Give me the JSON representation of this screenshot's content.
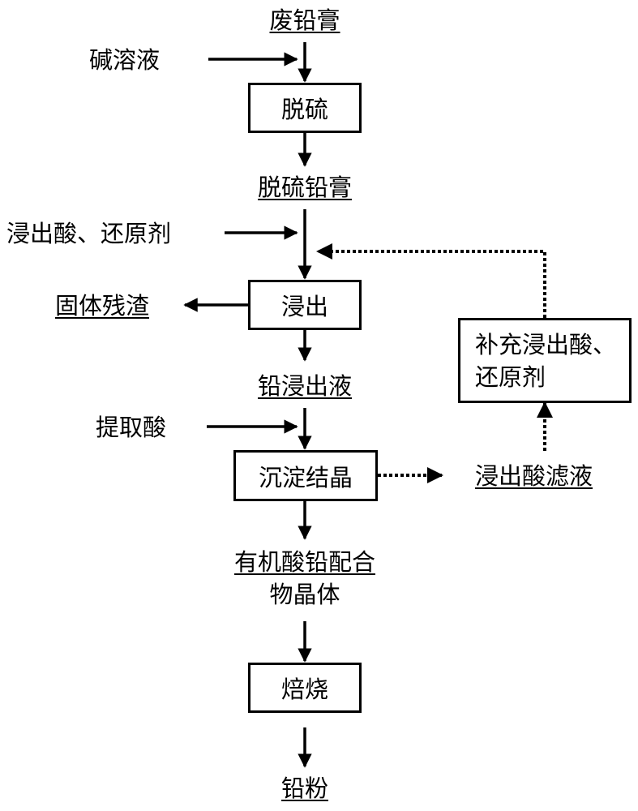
{
  "colors": {
    "line": "#000000",
    "background": "#ffffff",
    "text": "#000000"
  },
  "materials": {
    "waste_paste": "废铅膏",
    "desulfurized_paste": "脱硫铅膏",
    "lead_leachate": "铅浸出液",
    "crystal_line1": "有机酸铅配合",
    "crystal_line2": "物晶体",
    "lead_powder": "铅粉",
    "solid_residue": "固体残渣",
    "acid_filtrate": "浸出酸滤液"
  },
  "inputs": {
    "alkali_solution": "碱溶液",
    "leach_acid_reductant": "浸出酸、还原剂",
    "extraction_acid": "提取酸"
  },
  "processes": {
    "desulfurization": "脱硫",
    "leaching": "浸出",
    "precipitation": "沉淀结晶",
    "roasting": "焙烧",
    "replenish_line1": "补充浸出酸、",
    "replenish_line2": "还原剂"
  },
  "flows": [
    {
      "from": "废铅膏",
      "to": "脱硫",
      "style": "solid"
    },
    {
      "from": "碱溶液",
      "to": "脱硫",
      "style": "solid"
    },
    {
      "from": "脱硫",
      "to": "脱硫铅膏",
      "style": "solid"
    },
    {
      "from": "脱硫铅膏",
      "to": "浸出",
      "style": "solid"
    },
    {
      "from": "浸出酸、还原剂",
      "to": "浸出",
      "style": "solid"
    },
    {
      "from": "浸出",
      "to": "固体残渣",
      "style": "solid"
    },
    {
      "from": "浸出",
      "to": "铅浸出液",
      "style": "solid"
    },
    {
      "from": "铅浸出液",
      "to": "沉淀结晶",
      "style": "solid"
    },
    {
      "from": "提取酸",
      "to": "沉淀结晶",
      "style": "solid"
    },
    {
      "from": "沉淀结晶",
      "to": "有机酸铅配合物晶体",
      "style": "solid"
    },
    {
      "from": "沉淀结晶",
      "to": "浸出酸滤液",
      "style": "dotted"
    },
    {
      "from": "浸出酸滤液",
      "to": "补充浸出酸、还原剂",
      "style": "dotted"
    },
    {
      "from": "补充浸出酸、还原剂",
      "to": "浸出",
      "style": "dotted"
    },
    {
      "from": "有机酸铅配合物晶体",
      "to": "焙烧",
      "style": "solid"
    },
    {
      "from": "焙烧",
      "to": "铅粉",
      "style": "solid"
    }
  ]
}
